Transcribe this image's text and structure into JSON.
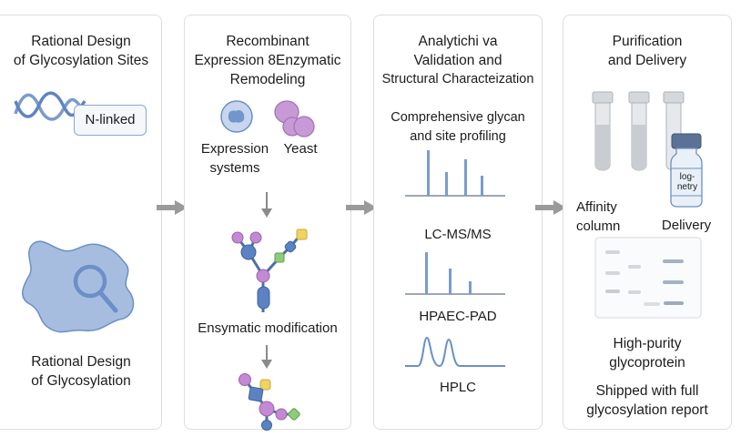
{
  "colors": {
    "blue": "#6f93c8",
    "blue_fill": "#a9bfe0",
    "purple": "#c08ad0",
    "green": "#8fcc7a",
    "yellow": "#f0d460",
    "gray_arrow": "#9a9a9a",
    "tube_gray": "#c9cdd2"
  },
  "panels": [
    {
      "title_lines": [
        "Rational Design",
        "of Glycosylation Sites"
      ],
      "badge": "N-linked",
      "caption_lines": [
        "Rational Design",
        "of Glycosylation"
      ]
    },
    {
      "title_lines": [
        "Recombinant",
        "Expression 8Enzymatic",
        "Remodeling"
      ],
      "label_expression": [
        "Expression",
        "systems"
      ],
      "label_yeast": "Yeast",
      "label_modification": "Ensymatic modification"
    },
    {
      "title_lines": [
        "Analytichi va",
        "Validation and",
        "Structural Characteization"
      ],
      "subtitle_lines": [
        "Comprehensive glycan",
        "and site profiling"
      ],
      "methods": [
        "LC-MS/MS",
        "HPAEC-PAD",
        "HPLC"
      ]
    },
    {
      "title_lines": [
        "Purification",
        "and Delivery"
      ],
      "vial_label": [
        "log-",
        "netry"
      ],
      "label_affinity": [
        "Affinity",
        "column"
      ],
      "label_delivery": "Delivery",
      "caption1_lines": [
        "High-purity",
        "glycoprotein"
      ],
      "caption2_lines": [
        "Shipped with full",
        "glycosylation report"
      ]
    }
  ]
}
